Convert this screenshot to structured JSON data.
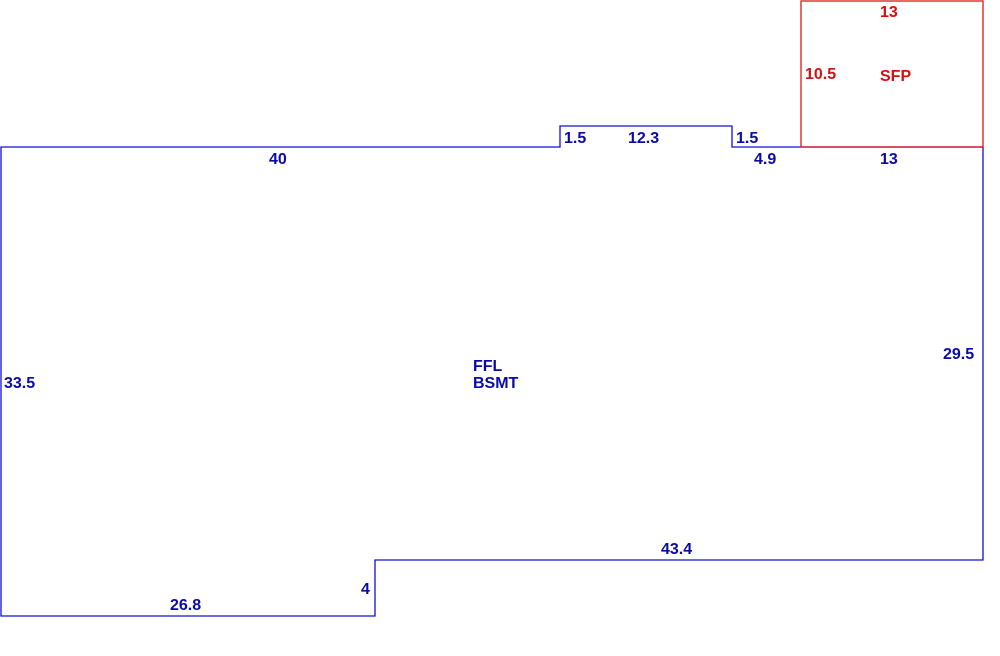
{
  "colors": {
    "main": "#1010d0",
    "main_text": "#0a0aa6",
    "annex": "#e01414",
    "annex_text": "#d40f0f"
  },
  "main_area": {
    "name_line1": "FFL",
    "name_line2": "BSMT",
    "dims": {
      "top_left": "40",
      "bump_left": "1.5",
      "bump_top": "12.3",
      "bump_right": "1.5",
      "top_mid": "4.9",
      "top_right": "13",
      "right": "29.5",
      "left": "33.5",
      "bottom_right": "43.4",
      "step": "4",
      "bottom_left": "26.8"
    }
  },
  "annex_area": {
    "name": "SFP",
    "dims": {
      "top": "13",
      "left": "10.5"
    }
  }
}
